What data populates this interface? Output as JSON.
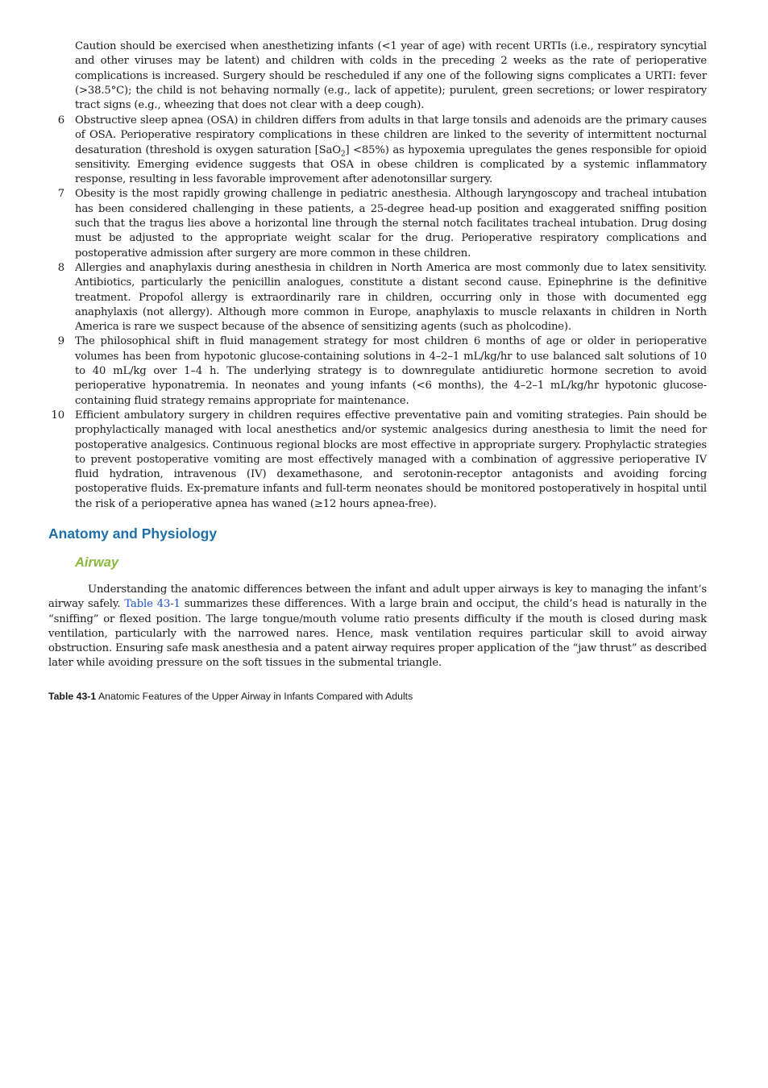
{
  "lead_paragraph": "Caution should be exercised when anesthetizing infants (<1 year of age) with recent URTIs (i.e., respiratory syncytial and other viruses may be latent) and children with colds in the preceding 2 weeks as the rate of perioperative complications is increased. Surgery should be rescheduled if any one of the following signs complicates a URTI: fever (>38.5°C); the child is not behaving normally (e.g., lack of appetite); purulent, green secretions; or lower respiratory tract signs (e.g., wheezing that does not clear with a deep cough).",
  "items": [
    {
      "num": "6",
      "text_before_sub": "Obstructive sleep apnea (OSA) in children differs from adults in that large tonsils and adenoids are the primary causes of OSA. Perioperative respiratory complications in these children are linked to the severity of intermittent nocturnal desaturation (threshold is oxygen saturation [SaO",
      "sub": "2",
      "text_after_sub": "] <85%) as hypoxemia upregulates the genes responsible for opioid sensitivity. Emerging evidence suggests that OSA in obese children is complicated by a systemic inflammatory response, resulting in less favorable improvement after adenotonsillar surgery."
    },
    {
      "num": "7",
      "text": "Obesity is the most rapidly growing challenge in pediatric anesthesia. Although laryngoscopy and tracheal intubation has been considered challenging in these patients, a 25-degree head-up position and exaggerated sniffing position such that the tragus lies above a horizontal line through the sternal notch facilitates tracheal intubation. Drug dosing must be adjusted to the appropriate weight scalar for the drug. Perioperative respiratory complications and postoperative admission after surgery are more common in these children."
    },
    {
      "num": "8",
      "text": "Allergies and anaphylaxis during anesthesia in children in North America are most commonly due to latex sensitivity. Antibiotics, particularly the penicillin analogues, constitute a distant second cause. Epinephrine is the definitive treatment. Propofol allergy is extraordinarily rare in children, occurring only in those with documented egg anaphylaxis (not allergy). Although more common in Europe, anaphylaxis to muscle relaxants in children in North America is rare we suspect because of the absence of sensitizing agents (such as pholcodine)."
    },
    {
      "num": "9",
      "text": "The philosophical shift in fluid management strategy for most children 6 months of age or older in perioperative volumes has been from hypotonic glucose-containing solutions in 4–2–1 mL/kg/hr to use balanced salt solutions of 10 to 40 mL/kg over 1–4 h. The underlying strategy is to downregulate antidiuretic hormone secretion to avoid perioperative hyponatremia. In neonates and young infants (<6 months), the 4–2–1 mL/kg/hr hypotonic glucose-containing fluid strategy remains appropriate for maintenance."
    },
    {
      "num": "10",
      "text": "Efficient ambulatory surgery in children requires effective preventative pain and vomiting strategies. Pain should be prophylactically managed with local anesthetics and/or systemic analgesics during anesthesia to limit the need for postoperative analgesics. Continuous regional blocks are most effective in appropriate surgery. Prophylactic strategies to prevent postoperative vomiting are most effectively managed with a combination of aggressive perioperative IV fluid hydration, intravenous (IV) dexamethasone, and serotonin-receptor antagonists and avoiding forcing postoperative fluids. Ex-premature infants and full-term neonates should be monitored postoperatively in hospital until the risk of a perioperative apnea has waned (≥12 hours apnea-free)."
    }
  ],
  "section_heading": "Anatomy and Physiology",
  "subsection_heading": "Airway",
  "body": {
    "before_ref": "Understanding the anatomic differences between the infant and adult upper airways is key to managing the infant’s airway safely. ",
    "ref": "Table 43-1",
    "after_ref": " summarizes these differences. With a large brain and occiput, the child’s head is naturally in the “sniffing” or flexed position. The large tongue/mouth volume ratio presents difficulty if the mouth is closed during mask ventilation, particularly with the narrowed nares. Hence, mask ventilation requires particular skill to avoid airway obstruction. Ensuring safe mask anesthesia and a patent airway requires proper application of the “jaw thrust” as described later while avoiding pressure on the soft tissues in the submental triangle."
  },
  "caption": {
    "label": "Table 43-1",
    "title": " Anatomic Features of the Upper Airway in Infants Compared with Adults"
  },
  "colors": {
    "section_heading": "#1f6fa8",
    "subsection_heading": "#8cb83f",
    "link": "#1a4fd0"
  }
}
